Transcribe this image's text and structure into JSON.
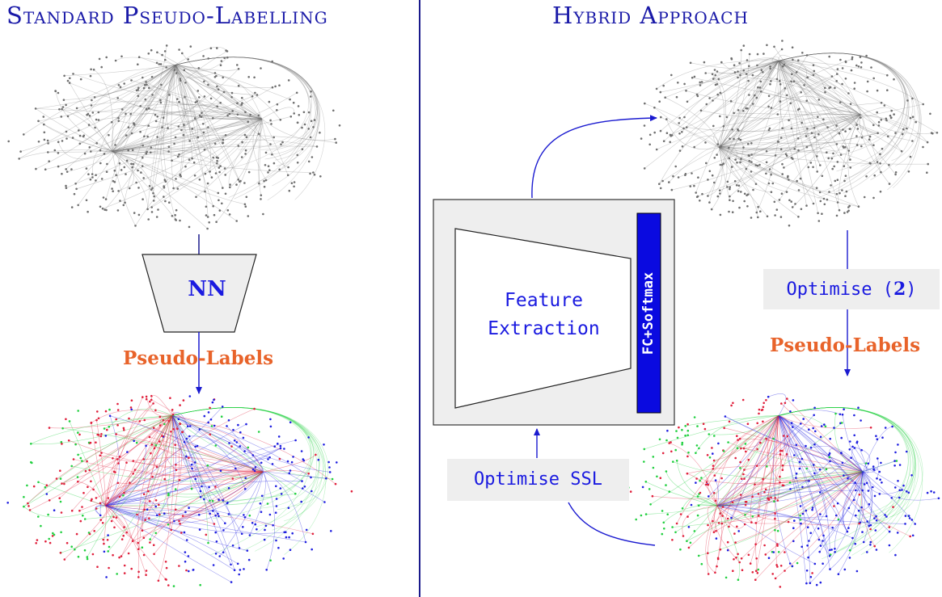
{
  "left_panel": {
    "title": "Standard Pseudo-Labelling",
    "nn_label": "NN",
    "pseudo_labels": "Pseudo-Labels"
  },
  "right_panel": {
    "title": "Hybrid Approach",
    "optimise_2_prefix": "Optimise (",
    "optimise_2_num": "2",
    "optimise_2_suffix": ")",
    "pseudo_labels": "Pseudo-Labels",
    "feature_line1": "Feature",
    "feature_line2": "Extraction",
    "fc_softmax": "FC+Softmax",
    "optimise_ssl": "Optimise SSL"
  },
  "colors": {
    "title": "#1a1aa8",
    "pseudo_labels": "#e8632a",
    "class_red": "#e0203c",
    "class_green": "#22d040",
    "class_blue": "#2020e0",
    "graph_gray": "#707070"
  }
}
